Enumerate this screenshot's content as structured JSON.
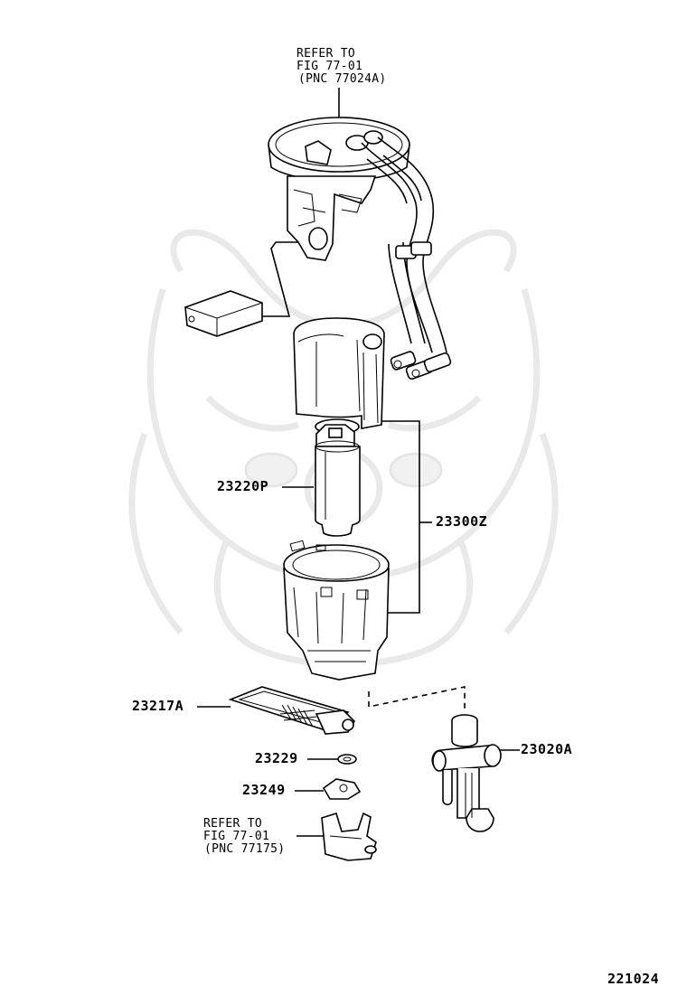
{
  "diagram": {
    "top_reference": {
      "line1": "REFER TO",
      "line2": "FIG 77-01",
      "line3": "(PNC 77024A)"
    },
    "bottom_reference": {
      "line1": "REFER TO",
      "line2": "FIG 77-01",
      "line3": "(PNC 77175)"
    },
    "callouts": {
      "pump": "23220P",
      "filter_assembly": "23300Z",
      "strainer": "23217A",
      "washer": "23229",
      "clip": "23249",
      "regulator": "23020A"
    },
    "figure_number": "221024"
  }
}
